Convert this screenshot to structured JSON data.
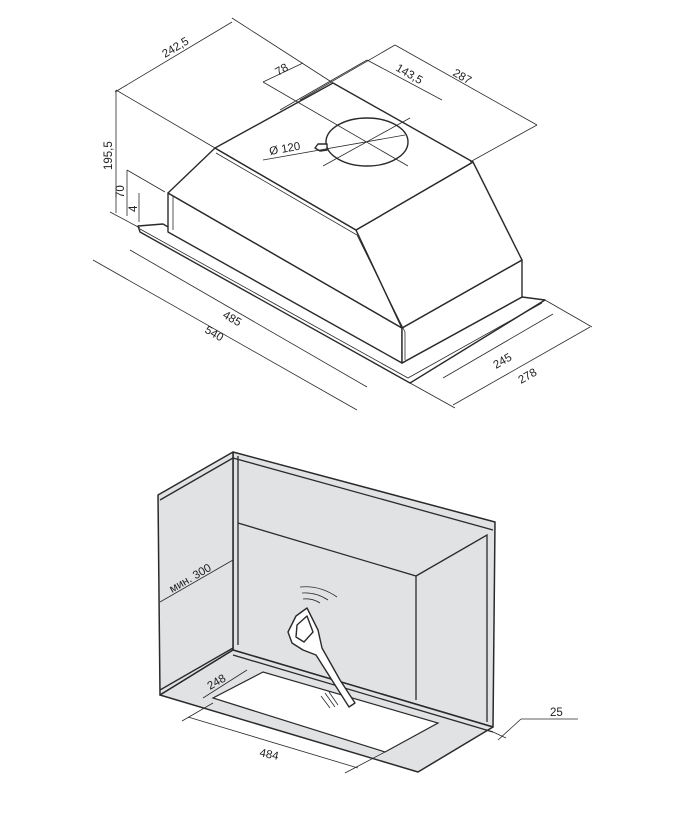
{
  "hood_dimensions": {
    "depth_top": "242,5",
    "width_top": "287",
    "outlet_offset_depth": "78",
    "outlet_offset_width": "143,5",
    "outlet_diameter": "Ø 120",
    "total_height": "195,5",
    "flange_height": "70",
    "flange_thickness": "4",
    "body_width": "485",
    "total_width": "540",
    "body_depth": "245",
    "total_depth": "278"
  },
  "cabinet_dimensions": {
    "min_depth": "мин. 300",
    "cutout_depth": "248",
    "cutout_width": "484",
    "offset": "25"
  },
  "colors": {
    "cabinet_fill": "#e1e2e4",
    "line": "#2a2a2a"
  }
}
